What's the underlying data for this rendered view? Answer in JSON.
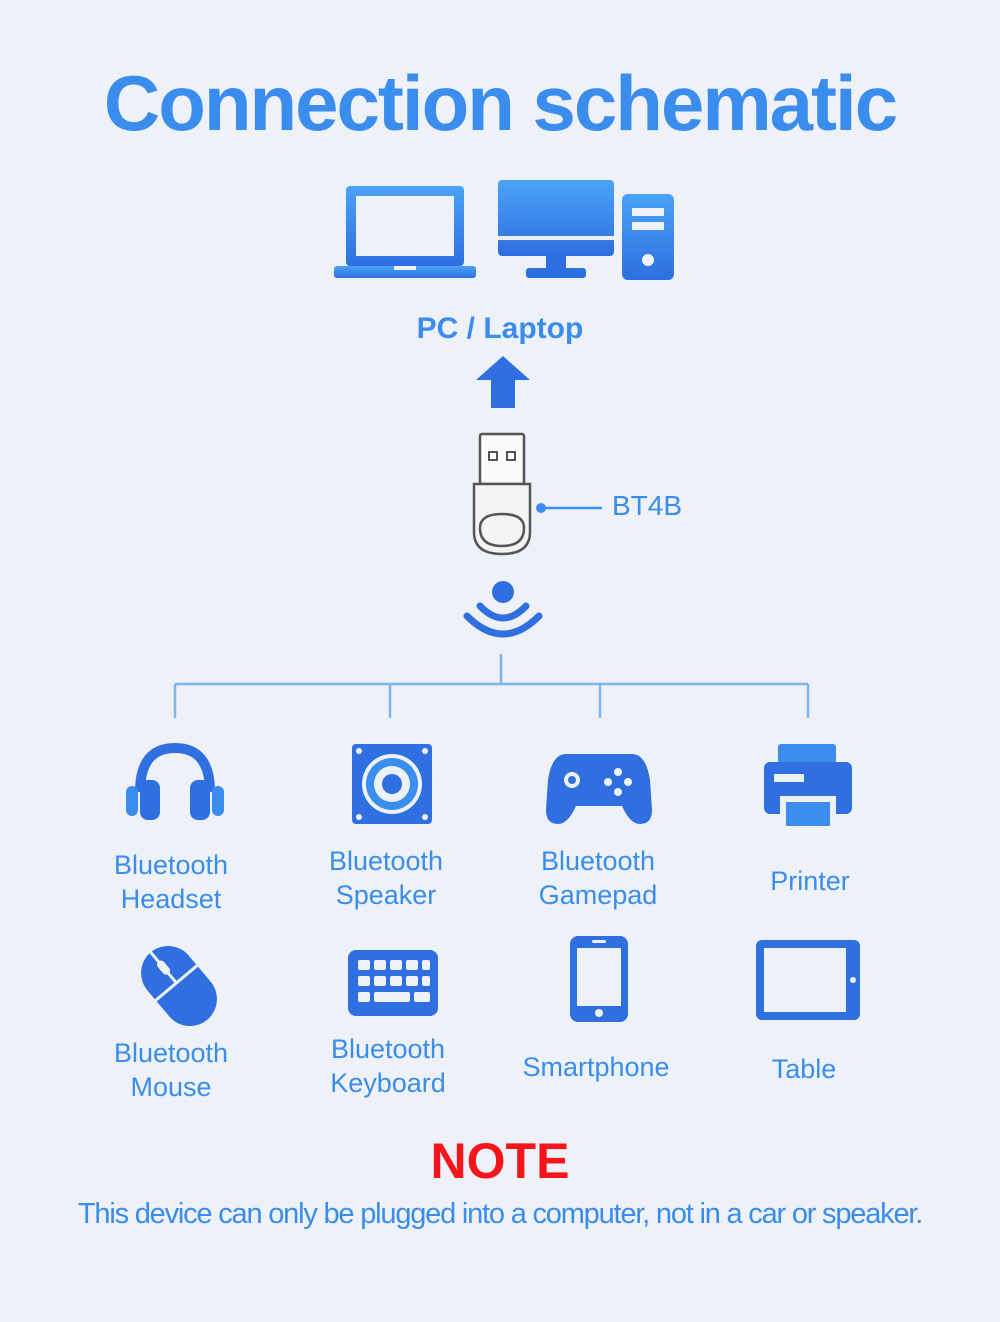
{
  "title": "Connection schematic",
  "host_label": "PC / Laptop",
  "adapter_label": "BT4B",
  "devices": [
    {
      "line1": "Bluetooth",
      "line2": "Headset",
      "icon": "headset-icon"
    },
    {
      "line1": "Bluetooth",
      "line2": "Speaker",
      "icon": "speaker-icon"
    },
    {
      "line1": "Bluetooth",
      "line2": "Gamepad",
      "icon": "gamepad-icon"
    },
    {
      "line1": "Printer",
      "line2": "",
      "icon": "printer-icon"
    },
    {
      "line1": "Bluetooth",
      "line2": "Mouse",
      "icon": "mouse-icon"
    },
    {
      "line1": "Bluetooth",
      "line2": "Keyboard",
      "icon": "keyboard-icon"
    },
    {
      "line1": "Smartphone",
      "line2": "",
      "icon": "smartphone-icon"
    },
    {
      "line1": "Table",
      "line2": "",
      "icon": "tablet-icon"
    }
  ],
  "note": {
    "heading": "NOTE",
    "text": "This device can only be plugged into a computer, not in a car or speaker."
  },
  "colors": {
    "accent": "#3b8ded",
    "accent_dark": "#2f6fe0",
    "note": "#f5161b",
    "background": "#eef1f8"
  }
}
